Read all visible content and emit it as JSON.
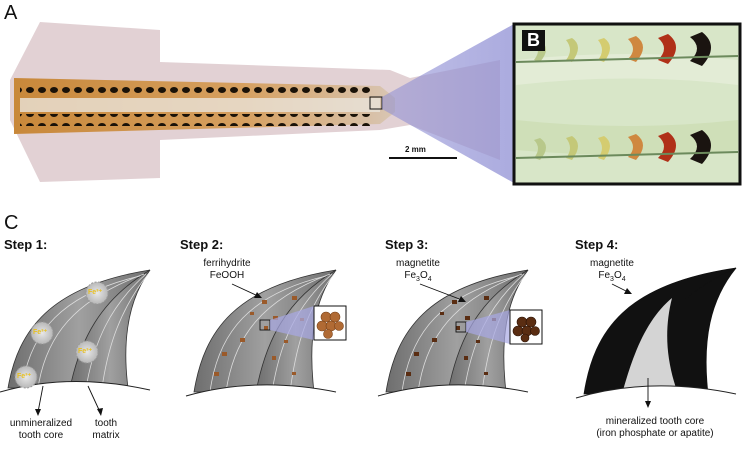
{
  "panels": {
    "a_letter": "A",
    "b_letter": "B",
    "c_letter": "C",
    "scale_bar": "2 mm"
  },
  "steps": [
    {
      "title": "Step 1:",
      "labels": {
        "left": "unmineralized tooth core",
        "right": "tooth matrix"
      },
      "ion": "Fe³⁺"
    },
    {
      "title": "Step 2:",
      "mineral": "ferrihydrite",
      "formula": "FeOOH"
    },
    {
      "title": "Step 3:",
      "mineral": "magnetite",
      "formula_base": "Fe",
      "formula_sub1": "3",
      "formula_mid": "O",
      "formula_sub2": "4"
    },
    {
      "title": "Step 4:",
      "mineral": "magnetite",
      "formula_base": "Fe",
      "formula_sub1": "3",
      "formula_mid": "O",
      "formula_sub2": "4",
      "core_label": "mineralized tooth core",
      "core_sub": "(iron phosphate or apatite)"
    }
  ],
  "colors": {
    "matrix": "#8c8c8c",
    "ferrihydrite": "#9a5a2a",
    "magnetite_dot": "#5a2d12",
    "inset_bg": "#c9cbe8",
    "dark": "#111111"
  }
}
